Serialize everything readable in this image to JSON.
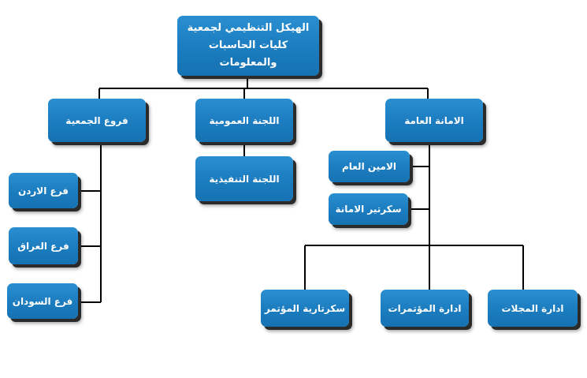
{
  "root": {
    "line1": "الهيكل التنظيمي لجمعية",
    "line2": "كليات الحاسبات والمعلومات"
  },
  "level1": {
    "general_secretariat": "الامانة العامة",
    "general_committee": "اللجنة العمومية",
    "branches": "فروع الجمعية"
  },
  "executive_committee": "اللجنة التنفيذية",
  "secretariat": {
    "secretary_general": "الامين العام",
    "secretary": "سكرتير الامانة"
  },
  "departments": {
    "conference_secretariat": "سكرتارية المؤتمر",
    "conference_management": "ادارة المؤتمرات",
    "journals_management": "ادارة المجلات"
  },
  "branch_items": {
    "jordan": "فرع الاردن",
    "iraq": "فرع العراق",
    "sudan": "فرع السودان"
  },
  "colors": {
    "box_fill": "#1b7cbf",
    "box_shadow": "#2b2b2b",
    "connector": "#000000"
  }
}
